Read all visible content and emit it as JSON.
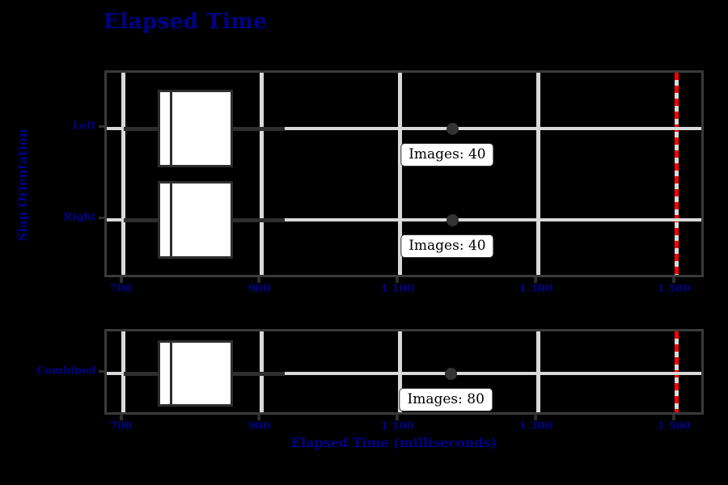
{
  "chart_data": {
    "type": "box",
    "title": "Elapsed Time",
    "xlabel": "Elapsed Time (milliseconds)",
    "ylabel": "Slap Orientation",
    "xlim": [
      676,
      1543
    ],
    "xticks": [
      700,
      900,
      1100,
      1300,
      1500
    ],
    "xticklabels": [
      "700",
      "900",
      "1 100",
      "1 300",
      "1 500"
    ],
    "grid": true,
    "reference_line": {
      "value": 1500,
      "color": "#ff0000",
      "style": "dashed"
    },
    "panels": [
      {
        "name": "orientation",
        "categories": [
          "Left",
          "Right"
        ],
        "boxes": [
          {
            "label": "Left",
            "whisker_low": 700,
            "q1": 750,
            "median": 767,
            "q3": 859,
            "whisker_high": 934,
            "outliers": [
              1176
            ],
            "annotation": "Images: 40",
            "annotation_x": 1172
          },
          {
            "label": "Right",
            "whisker_low": 700,
            "q1": 750,
            "median": 767,
            "q3": 859,
            "whisker_high": 934,
            "outliers": [
              1176
            ],
            "annotation": "Images: 40",
            "annotation_x": 1172
          }
        ]
      },
      {
        "name": "combined",
        "categories": [
          "Combined"
        ],
        "boxes": [
          {
            "label": "Combined",
            "whisker_low": 700,
            "q1": 750,
            "median": 767,
            "q3": 859,
            "whisker_high": 934,
            "outliers": [
              1174
            ],
            "annotation": "Images: 80",
            "annotation_x": 1170
          }
        ]
      }
    ],
    "colors": {
      "text": "#00008b",
      "grid": "#d9d9d9",
      "box_edge": "#2e2e2e",
      "box_fill": "#ffffff",
      "outlier": "#333333",
      "reference": "#ff0000",
      "background": "#000000"
    }
  },
  "title": "Elapsed Time",
  "axes": {
    "x_label": "Elapsed Time (milliseconds)",
    "y_label": "Slap Orientation",
    "x_ticks": [
      "700",
      "900",
      "1 100",
      "1 300",
      "1 500"
    ],
    "y_ticks_top": [
      "Left",
      "Right"
    ],
    "y_ticks_bottom": [
      "Combined"
    ]
  },
  "annotations": {
    "left": "Images: 40",
    "right": "Images: 40",
    "combined": "Images: 80"
  }
}
